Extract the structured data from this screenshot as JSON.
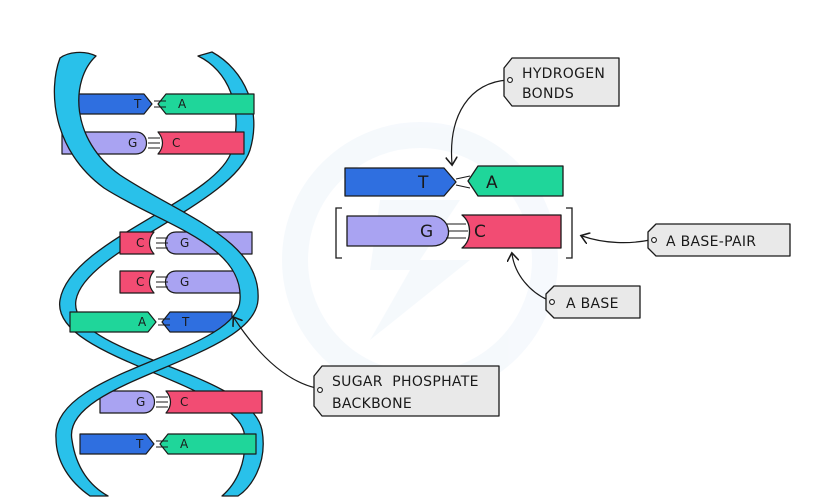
{
  "colors": {
    "backbone": "#29c1ea",
    "thymine": "#2f6fe0",
    "adenine": "#1fd69a",
    "guanine": "#a9a3f2",
    "cytosine": "#f24c73",
    "tag_fill": "#e9e9e9"
  },
  "helix_pairs": [
    {
      "left": "T",
      "right": "A"
    },
    {
      "left": "G",
      "right": "C"
    },
    {
      "left": "C",
      "right": "G"
    },
    {
      "left": "C",
      "right": "G"
    },
    {
      "left": "A",
      "right": "T"
    },
    {
      "left": "G",
      "right": "C"
    },
    {
      "left": "T",
      "right": "A"
    }
  ],
  "detail": {
    "pair1": {
      "left": "T",
      "right": "A"
    },
    "pair2": {
      "left": "G",
      "right": "C"
    }
  },
  "labels": {
    "hydrogen_line1": "HYDROGEN",
    "hydrogen_line2": "BONDS",
    "base_pair": "A BASE-PAIR",
    "base": "A BASE",
    "backbone_line1": "SUGAR  PHOSPHATE",
    "backbone_line2": "BACKBONE"
  }
}
